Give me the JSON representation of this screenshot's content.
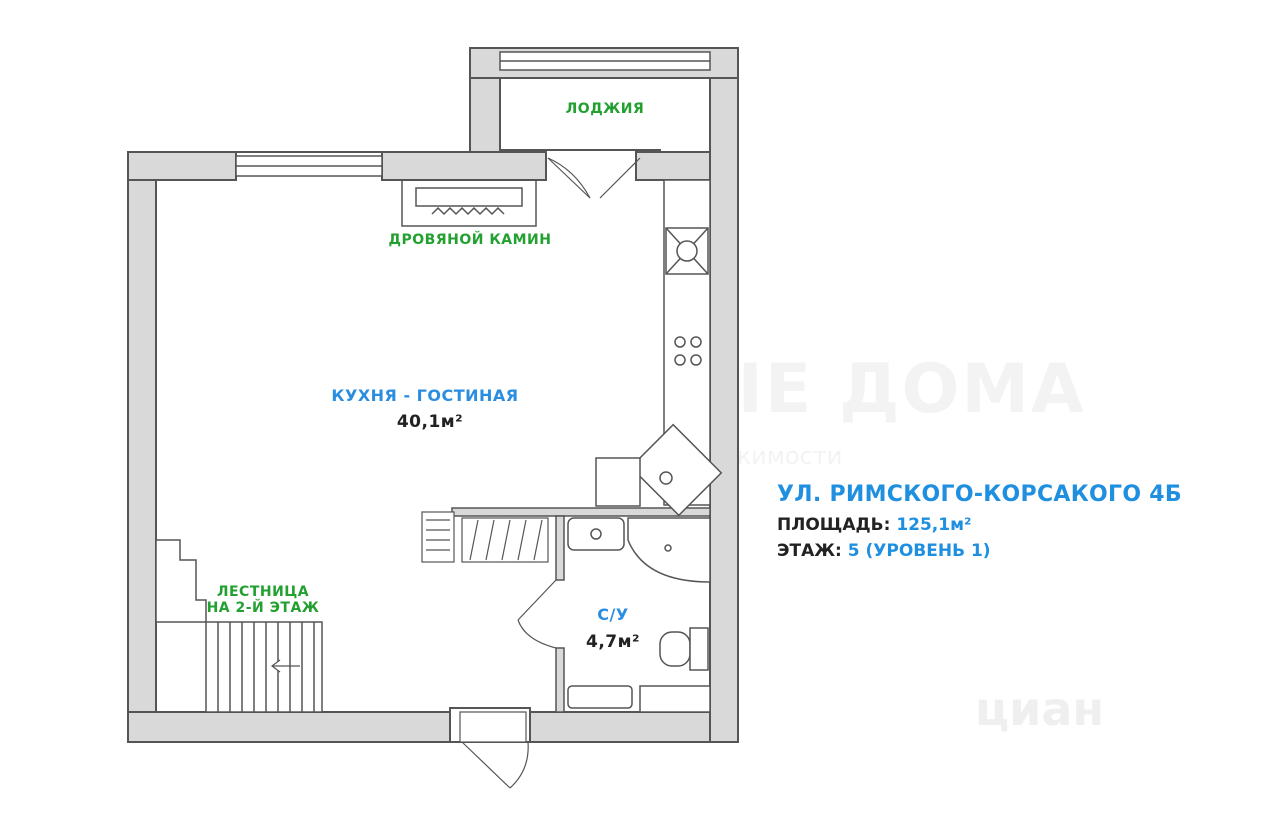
{
  "watermark": {
    "brand": "ВСЕ НОВЫЕ ДОМА",
    "tagline": "аналитический центр недвижимости",
    "logo": "циан"
  },
  "rooms": {
    "loggia": {
      "name": "ЛОДЖИЯ",
      "highlight_color": "#cdeed4"
    },
    "fireplace": {
      "name": "ДРОВЯНОЙ КАМИН"
    },
    "living": {
      "name": "КУХНЯ - ГОСТИНАЯ",
      "area": "40,1м²",
      "highlight_color": "#e4f2fd"
    },
    "stairs": {
      "line1": "ЛЕСТНИЦА",
      "line2": "НА 2-Й ЭТАЖ"
    },
    "bath": {
      "name": "С/У",
      "area": "4,7м²",
      "highlight_color": "#e4f2fd"
    }
  },
  "info": {
    "address": "УЛ. РИМСКОГО-КОРСАКОГО 4Б",
    "area_label": "ПЛОЩАДЬ:",
    "area_value": "125,1м²",
    "floor_label": "ЭТАЖ:",
    "floor_value": "5 (УРОВЕНЬ 1)"
  },
  "colors": {
    "wall": "#5a5a5a",
    "label_green": "#22a030",
    "label_blue": "#1f8fe0"
  }
}
